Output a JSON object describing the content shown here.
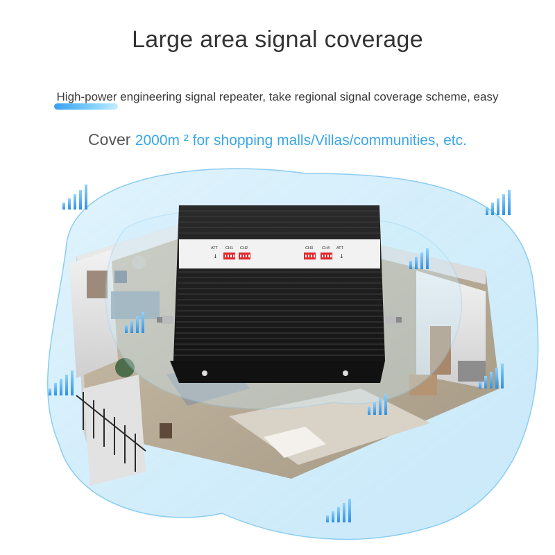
{
  "headline": "Large area signal coverage",
  "subline": {
    "highlight": "High-power",
    "rest": " engineering signal repeater, take regional signal coverage scheme, easy"
  },
  "cover": {
    "lead": "Cover",
    "accent": "2000m ² for shopping malls/Villas/communities, etc."
  },
  "device": {
    "labels": [
      "ATT",
      "CH1",
      "CH2",
      "CH3",
      "CH4",
      "ATT"
    ]
  },
  "colors": {
    "accent": "#3aa6e8",
    "bubble": "#bfe6fb",
    "device": "#1e1e1e",
    "switch": "#e0262b"
  }
}
